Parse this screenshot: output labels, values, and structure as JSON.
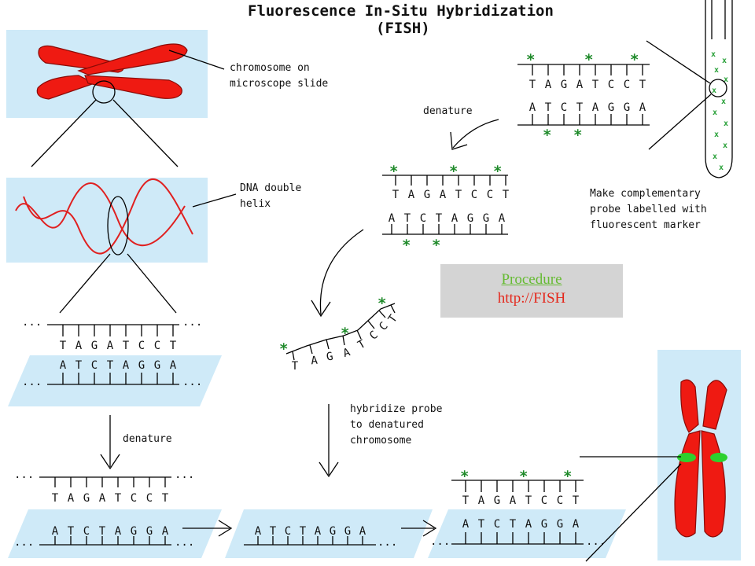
{
  "title_line1": "Fluorescence In-Situ Hybridization",
  "title_line2": "(FISH)",
  "captions": {
    "chromosome_slide": [
      "chromosome on",
      "microscope slide"
    ],
    "dna_helix": [
      "DNA double",
      "helix"
    ],
    "denature_top": "denature",
    "probe": [
      "Make complementary",
      "probe labelled with",
      "fluorescent marker"
    ],
    "denature_left": "denature",
    "hybridize": [
      "hybridize probe",
      "to denatured",
      "chromosome"
    ]
  },
  "strand_top": [
    "T",
    "A",
    "G",
    "A",
    "T",
    "C",
    "C",
    "T"
  ],
  "strand_bottom": [
    "A",
    "T",
    "C",
    "T",
    "A",
    "G",
    "G",
    "A"
  ],
  "probe_curve": [
    "T",
    "A",
    "G",
    "A",
    "T",
    "C",
    "C",
    "T"
  ],
  "ellipsis": "...",
  "star": "*",
  "mini_marker": "x",
  "link": {
    "label": "Procedure",
    "url": "http://FISH"
  },
  "colors": {
    "slide": "#cfeaf8",
    "chromosome": "#ef1a12",
    "marker": "#1f8a2a",
    "fluor_spot": "#2ed12e",
    "link": "#66bb33",
    "url": "#e4281c",
    "link_bg": "#d4d4d4"
  }
}
